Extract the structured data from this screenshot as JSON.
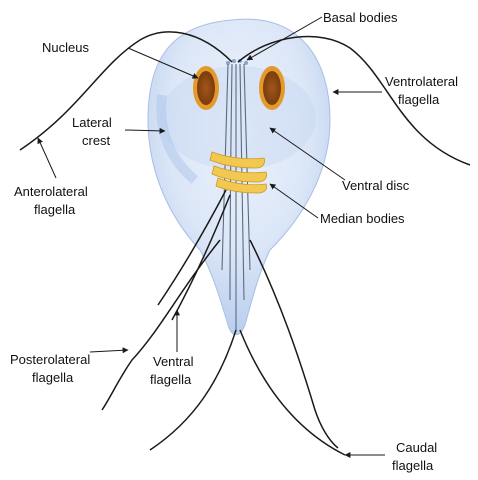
{
  "labels": {
    "basal_bodies": "Basal bodies",
    "nucleus": "Nucleus",
    "ventrolateral_1": "Ventrolateral",
    "ventrolateral_2": "flagella",
    "lateral_1": "Lateral",
    "lateral_2": "crest",
    "anterolateral_1": "Anterolateral",
    "anterolateral_2": "flagella",
    "ventral_disc": "Ventral disc",
    "median_bodies": "Median bodies",
    "posterolateral_1": "Posterolateral",
    "posterolateral_2": "flagella",
    "ventral_1": "Ventral",
    "ventral_2": "flagella",
    "caudal_1": "Caudal",
    "caudal_2": "flagella"
  },
  "colors": {
    "body_fill": "#dbe6f7",
    "body_edge": "#a9bfe3",
    "nucleus_outer": "#e39a2b",
    "nucleus_inner": "#8a4512",
    "median_bodies": "#f2c850",
    "line": "#1a1a1a"
  }
}
